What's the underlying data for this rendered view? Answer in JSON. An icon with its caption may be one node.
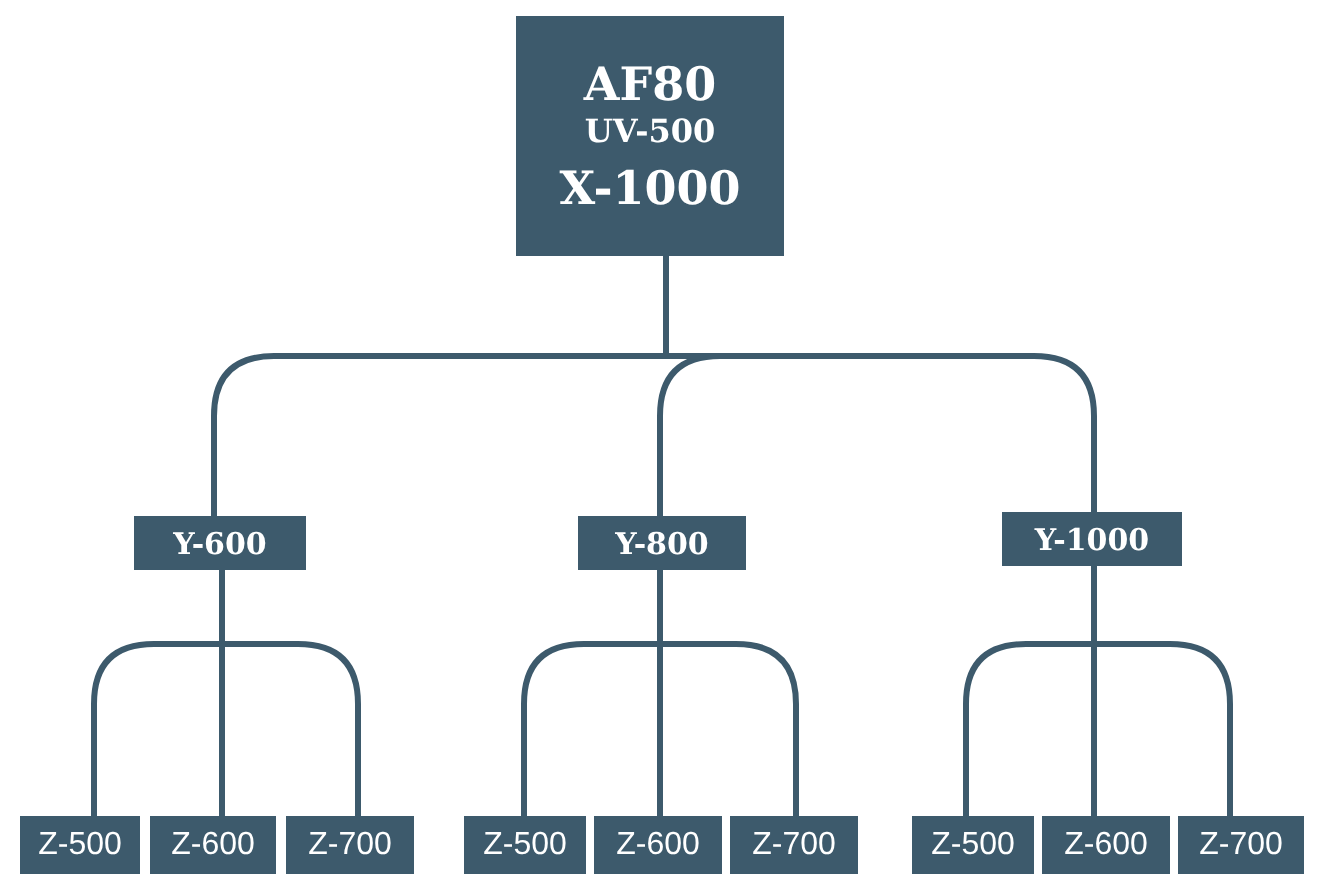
{
  "diagram": {
    "nodes": [
      {
        "text": [
          "AF80",
          "UV-500",
          "X-1000"
        ]
      },
      {
        "text": [
          "Y-600"
        ]
      },
      {
        "text": [
          "Y-800"
        ]
      },
      {
        "text": [
          "Y-1000"
        ]
      },
      {
        "text": [
          "Z-500"
        ]
      },
      {
        "text": [
          "Z-600"
        ]
      },
      {
        "text": [
          "Z-700"
        ]
      },
      {
        "text": [
          "Z-500"
        ]
      },
      {
        "text": [
          "Z-600"
        ]
      },
      {
        "text": [
          "Z-700"
        ]
      },
      {
        "text": [
          "Z-500"
        ]
      },
      {
        "text": [
          "Z-600"
        ]
      },
      {
        "text": [
          "Z-700"
        ]
      }
    ],
    "edges": [
      {
        "from": 0,
        "to": 1,
        "arrow": "none"
      },
      {
        "from": 0,
        "to": 2,
        "arrow": "none"
      },
      {
        "from": 0,
        "to": 3,
        "arrow": "none"
      },
      {
        "from": 1,
        "to": 4,
        "arrow": "none"
      },
      {
        "from": 1,
        "to": 5,
        "arrow": "none"
      },
      {
        "from": 1,
        "to": 6,
        "arrow": "none"
      },
      {
        "from": 2,
        "to": 7,
        "arrow": "none"
      },
      {
        "from": 2,
        "to": 8,
        "arrow": "none"
      },
      {
        "from": 2,
        "to": 9,
        "arrow": "none"
      },
      {
        "from": 3,
        "to": 10,
        "arrow": "none"
      },
      {
        "from": 3,
        "to": 11,
        "arrow": "none"
      },
      {
        "from": 3,
        "to": 12,
        "arrow": "none"
      }
    ]
  }
}
